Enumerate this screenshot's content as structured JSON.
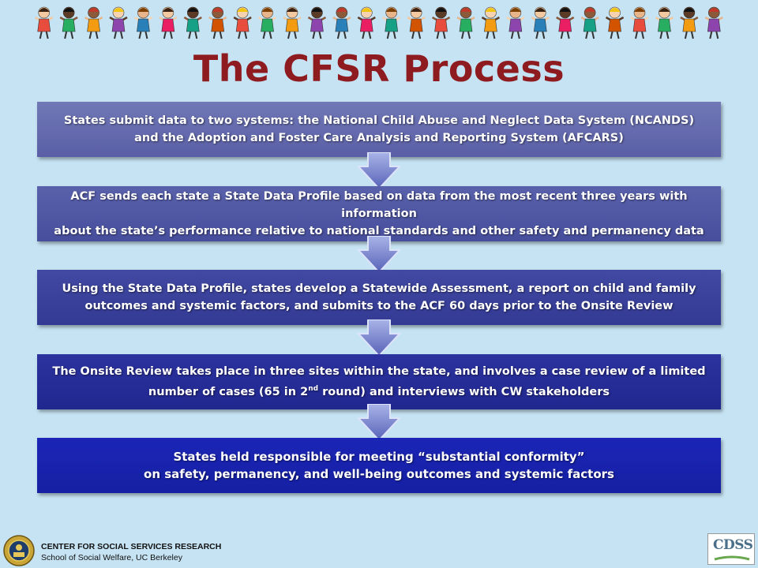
{
  "title": "The CFSR Process",
  "decor": {
    "banner_icon": "dancing-children-icon"
  },
  "steps": [
    {
      "lines": [
        "States submit data to two systems: the National Child Abuse and Neglect Data System (NCANDS)",
        "and the Adoption and Foster Care Analysis and Reporting System (AFCARS)"
      ]
    },
    {
      "lines": [
        "ACF sends each state a State Data Profile based on data from the most recent three years with information",
        "about the state’s performance relative to national standards and other safety and permanency data"
      ]
    },
    {
      "lines": [
        "Using the State Data Profile, states develop a Statewide Assessment, a report on child and family",
        "outcomes and systemic factors, and submits to the ACF 60 days prior to the Onsite Review"
      ]
    },
    {
      "line1": "The Onsite Review takes place in three sites within the state, and involves a case review of a limited",
      "line2_pre": "number of cases (65 in 2",
      "line2_sup": "nd",
      "line2_post": " round) and interviews with CW stakeholders"
    },
    {
      "lines": [
        "States held responsible for meeting “substantial conformity”",
        "on safety, permanency, and well-being outcomes and systemic factors"
      ]
    }
  ],
  "footer": {
    "org": "CENTER FOR SOCIAL SERVICES RESEARCH",
    "school": "School of Social Welfare, UC Berkeley",
    "logo_text": "CDSS"
  }
}
